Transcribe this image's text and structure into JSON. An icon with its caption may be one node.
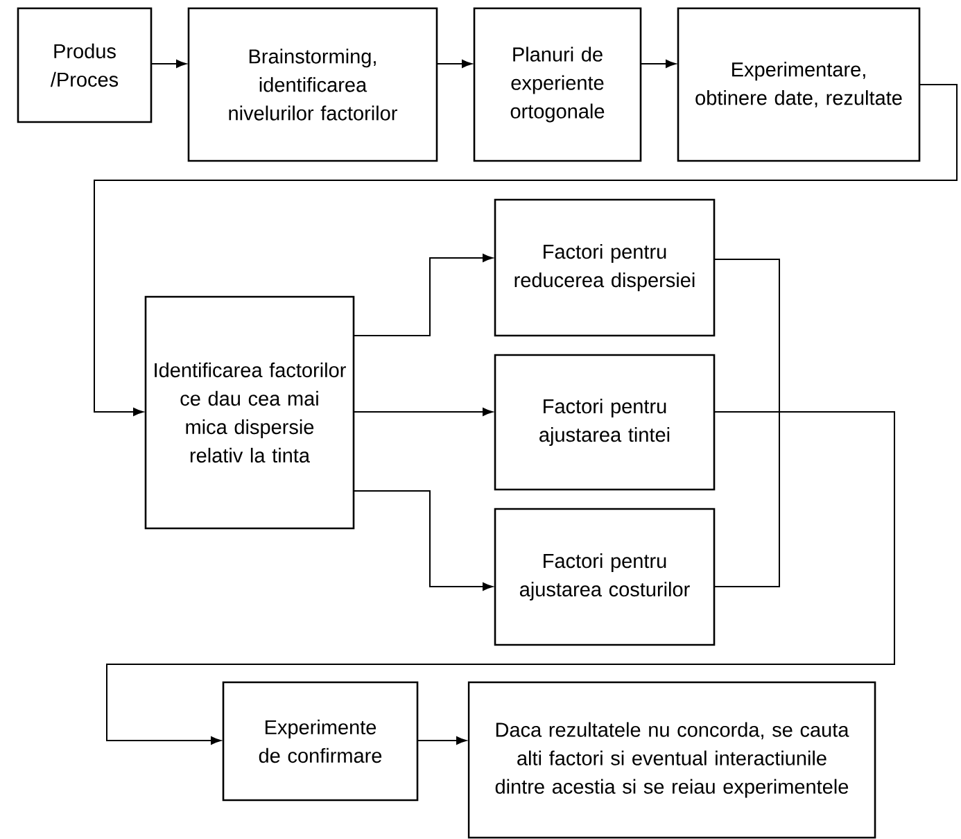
{
  "diagram": {
    "nodes": [
      {
        "text": [
          "Produs /Proces"
        ]
      },
      {
        "text": [
          "Brainstorming, identificarea nivelurilor factorilor"
        ]
      },
      {
        "text": [
          "Planuri de experiente ortogonale"
        ]
      },
      {
        "text": [
          "Experimentare, obtinere date, rezultate"
        ]
      },
      {
        "text": [
          "Identificarea factorilor ce dau cea mai mica dispersie relativ la tinta"
        ]
      },
      {
        "text": [
          "Factori pentru reducerea dispersiei"
        ]
      },
      {
        "text": [
          "Factori pentru ajustarea tintei"
        ]
      },
      {
        "text": [
          "Factori pentru ajustarea costurilor"
        ]
      },
      {
        "text": [
          "Experimente de confirmare"
        ]
      },
      {
        "text": [
          "Daca rezultatele nu concorda, se cauta alti factori si eventual interactiunile dintre acestia si se reiau experimentele"
        ]
      }
    ],
    "edges": [
      {
        "from": 0,
        "to": 1,
        "arrow": "to"
      },
      {
        "from": 1,
        "to": 2,
        "arrow": "to"
      },
      {
        "from": 2,
        "to": 3,
        "arrow": "to"
      },
      {
        "from": 3,
        "to": 4,
        "arrow": "to"
      },
      {
        "from": 4,
        "to": 5,
        "arrow": "to"
      },
      {
        "from": 4,
        "to": 6,
        "arrow": "to"
      },
      {
        "from": 4,
        "to": 7,
        "arrow": "to"
      },
      {
        "from": 5,
        "to": 7,
        "arrow": "none"
      },
      {
        "from": 6,
        "to": 8,
        "arrow": "to"
      },
      {
        "from": 8,
        "to": 9,
        "arrow": "to"
      }
    ]
  }
}
